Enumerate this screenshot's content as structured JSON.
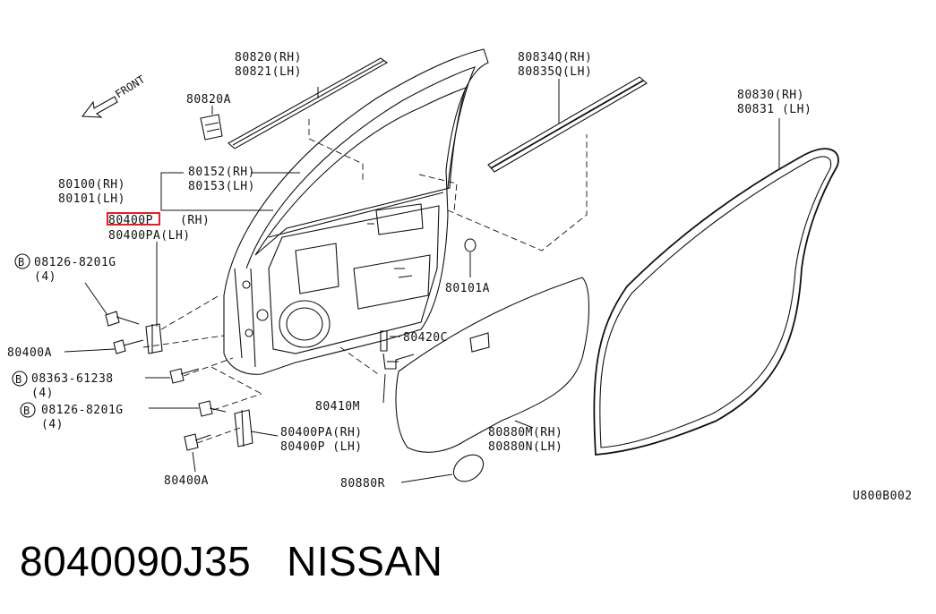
{
  "labels": {
    "front": "FRONT",
    "p80820rh": "80820(RH)",
    "p80821lh": "80821(LH)",
    "p80820a": "80820A",
    "p80834q": "80834Q(RH)",
    "p80835q": "80835Q(LH)",
    "p80830": "80830(RH)",
    "p80831": "80831 (LH)",
    "p80100": "80100(RH)",
    "p80101": "80101(LH)",
    "p80152": "80152(RH)",
    "p80153": "80153(LH)",
    "p80400p_part": "80400P",
    "p80400p_side": "(RH)",
    "p80400pa": "80400PA(LH)",
    "bolt1_code": "08126-8201G",
    "bolt1_qty": "(4)",
    "p80400a_top": "80400A",
    "bolt2_code": "08363-61238",
    "bolt2_qty": "(4)",
    "bolt3_code": "08126-8201G",
    "bolt3_qty": "(4)",
    "p80400pa_rh": "80400PA(RH)",
    "p80400p_lh": "80400P  (LH)",
    "p80400a_bottom": "80400A",
    "p80101a": "80101A",
    "p80420c": "80420C",
    "p80410m": "80410M",
    "p80880m": "80880M(RH)",
    "p80880n": "80880N(LH)",
    "p80880r": "80880R",
    "diagram_code": "U800B002",
    "bolt_symbol": "B"
  },
  "footer": {
    "part_number": "8040090J35",
    "brand": "NISSAN"
  },
  "colors": {
    "highlight": "#e0202a",
    "ink": "#111111"
  }
}
